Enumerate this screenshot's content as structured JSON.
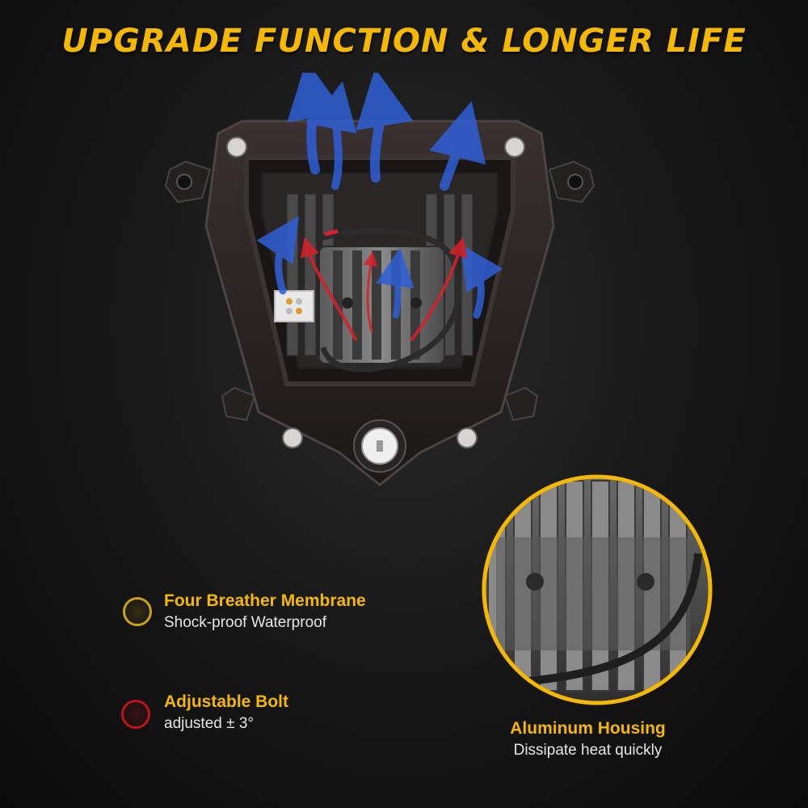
{
  "headline": "UPGRADE FUNCTION & LONGER LIFE",
  "features": {
    "breather": {
      "title": "Four Breather Membrane",
      "subtitle": "Shock-proof Waterproof"
    },
    "bolt": {
      "title": "Adjustable Bolt",
      "subtitle": "adjusted ± 3°"
    },
    "housing": {
      "title": "Aluminum Housing",
      "subtitle": "Dissipate heat quickly"
    }
  },
  "colors": {
    "accent": "#f5b800",
    "ring_breather": "#caa116",
    "ring_bolt": "#c0121c",
    "airflow_cool": "#2f5fd6",
    "airflow_warm": "#d8202a"
  },
  "icons": [
    "airflow-arrow-icon",
    "breather-membrane-icon",
    "adjustable-bolt-icon"
  ]
}
